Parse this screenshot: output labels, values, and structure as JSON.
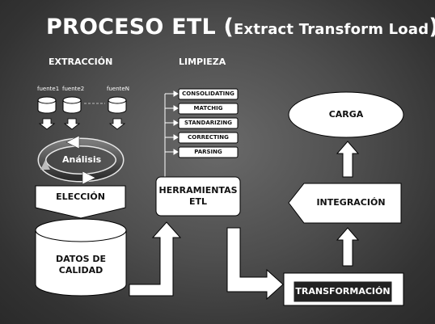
{
  "title": {
    "main": "PROCESO ETL",
    "open_paren": "(",
    "sub": "Extract Transform Load",
    "close_paren": ")"
  },
  "sections": {
    "extraccion": "EXTRACCIÓN",
    "limpieza": "LIMPIEZA"
  },
  "sources": [
    "fuente1",
    "fuente2",
    "fuenteN"
  ],
  "cycle_label": "Análisis",
  "eleccion": "ELECCIÓN",
  "datos": [
    "DATOS DE",
    "CALIDAD"
  ],
  "cleaning_steps": [
    "CONSOLIDATING",
    "MATCHIG",
    "STANDARIZING",
    "CORRECTING",
    "PARSING"
  ],
  "herramientas": [
    "HERRAMIENTAS",
    "ETL"
  ],
  "carga": "CARGA",
  "integracion": "INTEGRACIÓN",
  "transformacion": "TRANSFORMACIÓN",
  "colors": {
    "background": "#4e4e4e",
    "shape_fill": "#ffffff",
    "outline": "#000000",
    "text_dark": "#111111",
    "text_light": "#ffffff"
  }
}
